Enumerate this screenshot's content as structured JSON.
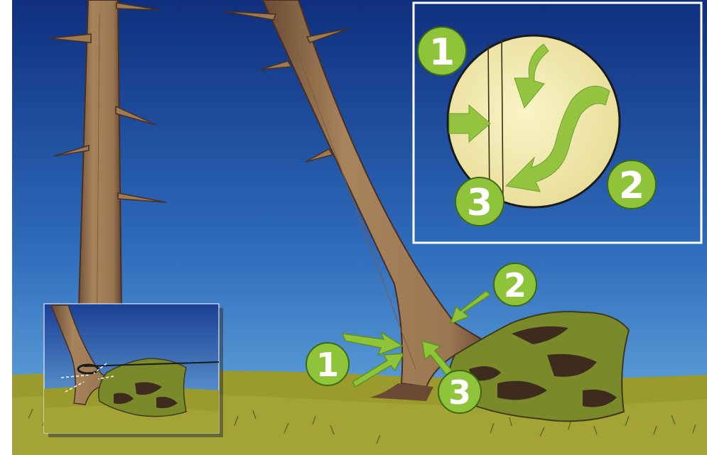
{
  "colors": {
    "sky_top": "#0f2f7e",
    "sky_bottom": "#5fa7dc",
    "ground": "#9a9b2c",
    "ground_light": "#b5b54a",
    "trunk": "#a07d55",
    "trunk_dark": "#5a3b2a",
    "badge_green": "#8fc33a",
    "badge_dark": "#3d6a13",
    "arrow_green": "#8fc33a",
    "magnifier_fill": "#f3ecb2",
    "frame_white": "#ffffff"
  },
  "icons": {
    "force_arrow": "green-arrow-icon",
    "number_badge": "green-circle-number-icon"
  },
  "badges": {
    "main_1": "1",
    "main_2": "2",
    "main_3": "3",
    "detail_1": "1",
    "detail_2": "2",
    "detail_3": "3"
  }
}
